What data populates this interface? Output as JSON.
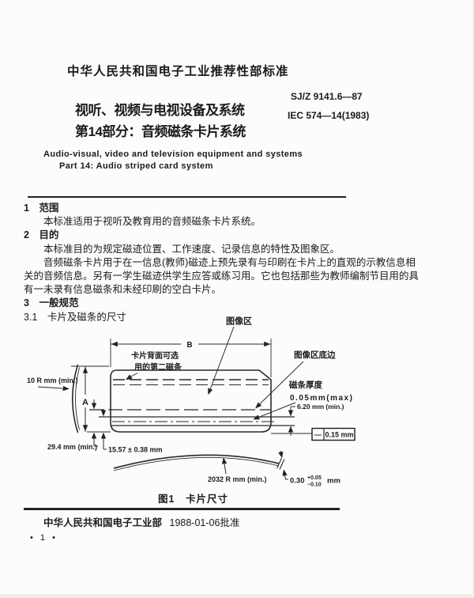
{
  "header": {
    "org_line": "中华人民共和国电子工业推荐性部标准",
    "title_line1": "视听、视频与电视设备及系统",
    "title_line2": "第14部分：音频磁条卡片系统",
    "std_no_1": "SJ/Z 9141.6—87",
    "std_no_2": "IEC 574—14(1983)",
    "en_line1": "Audio-visual, video and television equipment and systems",
    "en_line2": "Part 14: Audio striped card system"
  },
  "body": {
    "lines": [
      "1　范围",
      "　　本标准适用于视听及教育用的音频磁条卡片系统。",
      "2　目的",
      "　　本标准目的为规定磁迹位置、工作速度、记录信息的特性及图象区。",
      "　　音频磁条卡片用于在一信息(教师)磁迹上预先录有与印刷在卡片上的直观的示教信息相",
      "关的音频信息。另有一学生磁迹供学生应答或练习用。它也包括那些为教师编制节目用的具",
      "有一未录有信息磁条和未经印刷的空白卡片。",
      "3　一般规范",
      "3.1　卡片及磁条的尺寸"
    ]
  },
  "figure": {
    "caption": "图1　卡片尺寸",
    "labels": {
      "image_area": "图像区",
      "b_dim": "B",
      "a_dim": "A",
      "back_stripe_line1": "卡片背面可选",
      "back_stripe_line2": "用的第二磁条",
      "image_area_bottom": "图像区底边",
      "stripe_thickness_title": "磁条厚度",
      "stripe_thickness_value": "0.05mm(max)",
      "left_edge_radius": "10 R mm (min.)",
      "stripe_width": "6.20 mm (min.)",
      "straightness_symbol": "—",
      "straightness_value": "0.15 mm",
      "dim_29_4": "29.4 mm (min.)",
      "dim_15_57": "15.57 ± 0.38 mm",
      "bow_radius": "2032 R mm (min.)",
      "thickness_value": "0.30",
      "thickness_tol_plus": "+0.05",
      "thickness_tol_minus": "−0.10",
      "thickness_unit": "mm"
    }
  },
  "footer": {
    "approved_by": "中华人民共和国电子工业部",
    "approval_date": "1988-01-06批准",
    "page_number": "• 1 •"
  }
}
